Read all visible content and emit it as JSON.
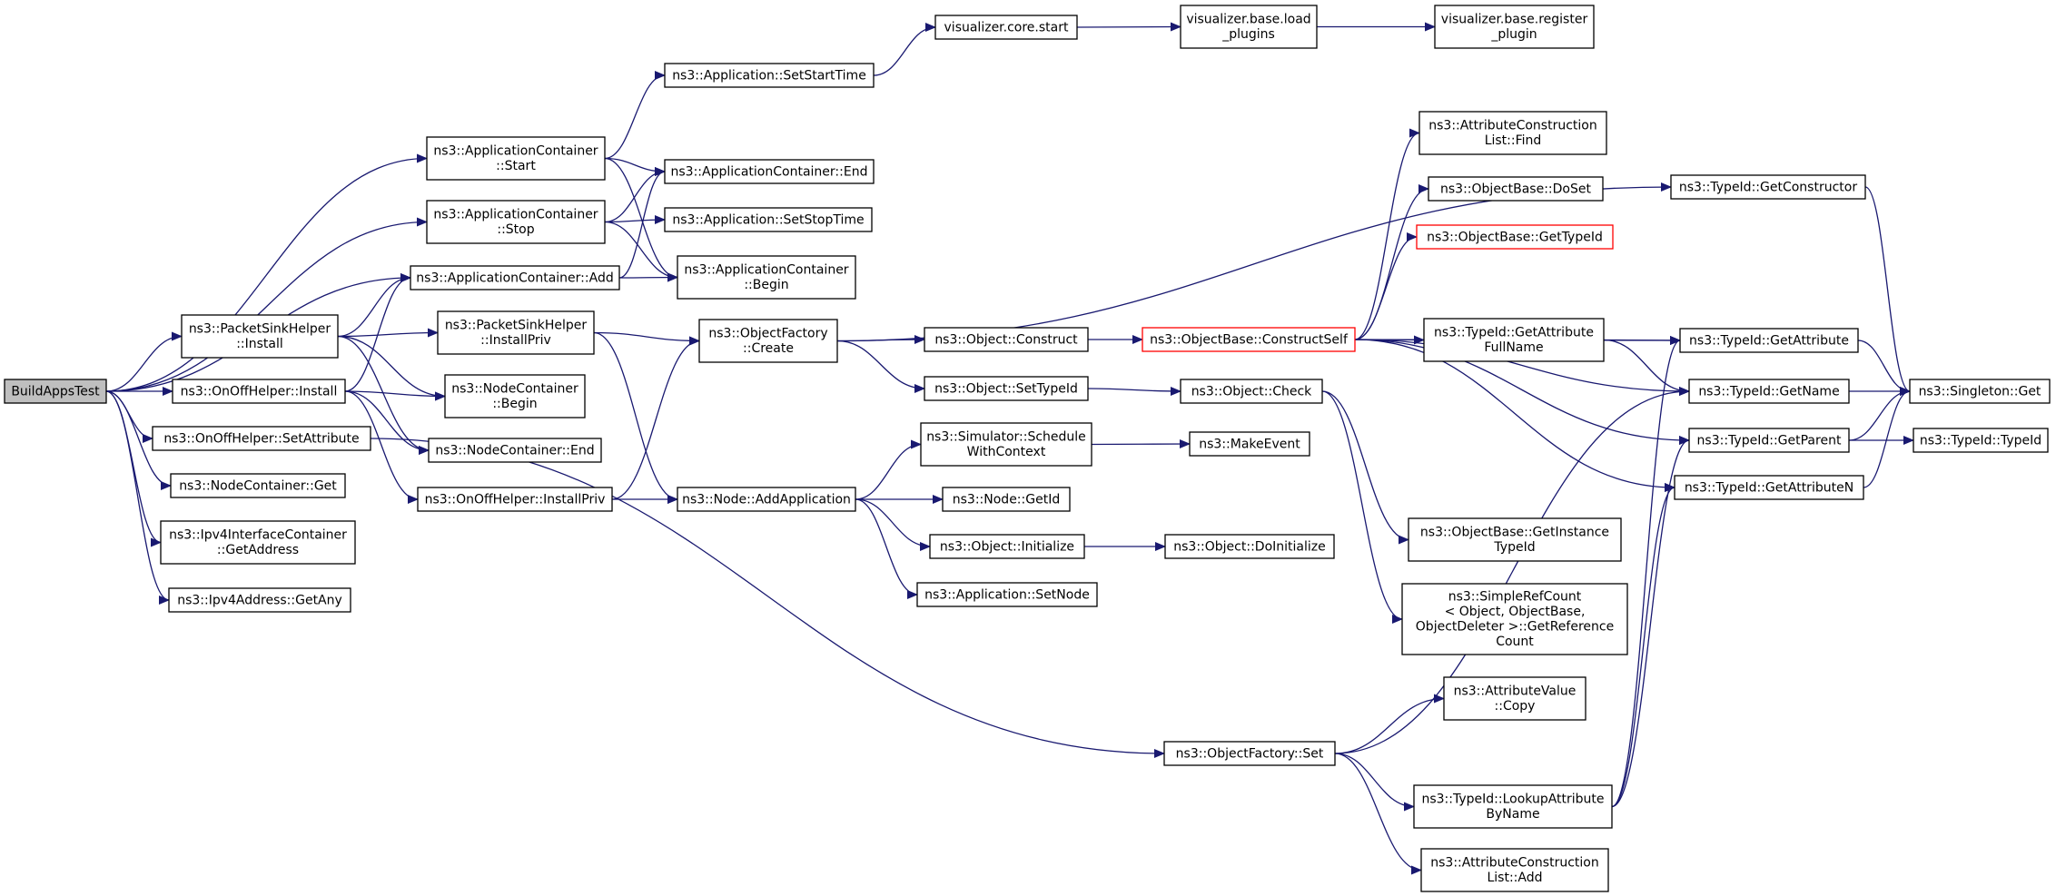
{
  "diagram": {
    "colors": {
      "edge": "#191970",
      "root_fill": "#bfbfbf",
      "highlight_border": "#ff0000"
    },
    "nodes": [
      {
        "id": "n0",
        "lines": [
          "BuildAppsTest"
        ]
      },
      {
        "id": "n1",
        "lines": [
          "ns3::ApplicationContainer",
          "::Start"
        ]
      },
      {
        "id": "n2",
        "lines": [
          "ns3::ApplicationContainer",
          "::Stop"
        ]
      },
      {
        "id": "n3",
        "lines": [
          "ns3::ApplicationContainer::Add"
        ]
      },
      {
        "id": "n4",
        "lines": [
          "ns3::PacketSinkHelper",
          "::Install"
        ]
      },
      {
        "id": "n5",
        "lines": [
          "ns3::OnOffHelper::Install"
        ]
      },
      {
        "id": "n6",
        "lines": [
          "ns3::OnOffHelper::SetAttribute"
        ]
      },
      {
        "id": "n7",
        "lines": [
          "ns3::NodeContainer::Get"
        ]
      },
      {
        "id": "n8",
        "lines": [
          "ns3::Ipv4InterfaceContainer",
          "::GetAddress"
        ]
      },
      {
        "id": "n9",
        "lines": [
          "ns3::Ipv4Address::GetAny"
        ]
      },
      {
        "id": "n10",
        "lines": [
          "ns3::Application::SetStartTime"
        ]
      },
      {
        "id": "n11",
        "lines": [
          "ns3::ApplicationContainer::End"
        ]
      },
      {
        "id": "n12",
        "lines": [
          "ns3::Application::SetStopTime"
        ]
      },
      {
        "id": "n13",
        "lines": [
          "ns3::ApplicationContainer",
          "::Begin"
        ]
      },
      {
        "id": "n14",
        "lines": [
          "visualizer.core.start"
        ]
      },
      {
        "id": "n15",
        "lines": [
          "visualizer.base.load",
          "_plugins"
        ]
      },
      {
        "id": "n16",
        "lines": [
          "visualizer.base.register",
          "_plugin"
        ]
      },
      {
        "id": "n17",
        "lines": [
          "ns3::PacketSinkHelper",
          "::InstallPriv"
        ]
      },
      {
        "id": "n18",
        "lines": [
          "ns3::NodeContainer",
          "::Begin"
        ]
      },
      {
        "id": "n19",
        "lines": [
          "ns3::NodeContainer::End"
        ]
      },
      {
        "id": "n20",
        "lines": [
          "ns3::OnOffHelper::InstallPriv"
        ]
      },
      {
        "id": "n21",
        "lines": [
          "ns3::ObjectFactory",
          "::Create"
        ]
      },
      {
        "id": "n22",
        "lines": [
          "ns3::Node::AddApplication"
        ]
      },
      {
        "id": "n23",
        "lines": [
          "ns3::Object::Construct"
        ]
      },
      {
        "id": "n24",
        "lines": [
          "ns3::Object::SetTypeId"
        ]
      },
      {
        "id": "n25",
        "lines": [
          "ns3::Simulator::Schedule",
          "WithContext"
        ]
      },
      {
        "id": "n26",
        "lines": [
          "ns3::Node::GetId"
        ]
      },
      {
        "id": "n27",
        "lines": [
          "ns3::Object::Initialize"
        ]
      },
      {
        "id": "n28",
        "lines": [
          "ns3::Application::SetNode"
        ]
      },
      {
        "id": "n29",
        "lines": [
          "ns3::ObjectBase::ConstructSelf"
        ],
        "highlight": true
      },
      {
        "id": "n30",
        "lines": [
          "ns3::Object::Check"
        ]
      },
      {
        "id": "n31",
        "lines": [
          "ns3::MakeEvent"
        ]
      },
      {
        "id": "n32",
        "lines": [
          "ns3::Object::DoInitialize"
        ]
      },
      {
        "id": "n33",
        "lines": [
          "ns3::AttributeConstruction",
          "List::Find"
        ]
      },
      {
        "id": "n34",
        "lines": [
          "ns3::ObjectBase::DoSet"
        ]
      },
      {
        "id": "n35",
        "lines": [
          "ns3::ObjectBase::GetTypeId"
        ],
        "highlight": true
      },
      {
        "id": "n36",
        "lines": [
          "ns3::TypeId::GetAttribute",
          "FullName"
        ]
      },
      {
        "id": "n37",
        "lines": [
          "ns3::ObjectBase::GetInstance",
          "TypeId"
        ]
      },
      {
        "id": "n38",
        "lines": [
          "ns3::SimpleRefCount",
          "< Object, ObjectBase,",
          "ObjectDeleter >::GetReference",
          "Count"
        ]
      },
      {
        "id": "n39",
        "lines": [
          "ns3::AttributeValue",
          "::Copy"
        ]
      },
      {
        "id": "n40",
        "lines": [
          "ns3::ObjectFactory::Set"
        ]
      },
      {
        "id": "n41",
        "lines": [
          "ns3::TypeId::LookupAttribute",
          "ByName"
        ]
      },
      {
        "id": "n42",
        "lines": [
          "ns3::AttributeConstruction",
          "List::Add"
        ]
      },
      {
        "id": "n43",
        "lines": [
          "ns3::TypeId::GetConstructor"
        ]
      },
      {
        "id": "n44",
        "lines": [
          "ns3::TypeId::GetAttribute"
        ]
      },
      {
        "id": "n45",
        "lines": [
          "ns3::TypeId::GetName"
        ]
      },
      {
        "id": "n46",
        "lines": [
          "ns3::TypeId::GetParent"
        ]
      },
      {
        "id": "n47",
        "lines": [
          "ns3::TypeId::GetAttributeN"
        ]
      },
      {
        "id": "n48",
        "lines": [
          "ns3::Singleton::Get"
        ]
      },
      {
        "id": "n49",
        "lines": [
          "ns3::TypeId::TypeId"
        ]
      }
    ],
    "edges": [
      [
        "n0",
        "n1"
      ],
      [
        "n0",
        "n2"
      ],
      [
        "n0",
        "n3"
      ],
      [
        "n0",
        "n4"
      ],
      [
        "n0",
        "n5"
      ],
      [
        "n0",
        "n6"
      ],
      [
        "n0",
        "n7"
      ],
      [
        "n0",
        "n8"
      ],
      [
        "n0",
        "n9"
      ],
      [
        "n1",
        "n10"
      ],
      [
        "n1",
        "n11"
      ],
      [
        "n1",
        "n13"
      ],
      [
        "n2",
        "n11"
      ],
      [
        "n2",
        "n12"
      ],
      [
        "n2",
        "n13"
      ],
      [
        "n3",
        "n11"
      ],
      [
        "n3",
        "n13"
      ],
      [
        "n10",
        "n14"
      ],
      [
        "n14",
        "n15"
      ],
      [
        "n15",
        "n16"
      ],
      [
        "n4",
        "n3"
      ],
      [
        "n4",
        "n17"
      ],
      [
        "n4",
        "n18"
      ],
      [
        "n4",
        "n19"
      ],
      [
        "n5",
        "n3"
      ],
      [
        "n5",
        "n18"
      ],
      [
        "n5",
        "n19"
      ],
      [
        "n5",
        "n20"
      ],
      [
        "n6",
        "n40"
      ],
      [
        "n17",
        "n21"
      ],
      [
        "n17",
        "n22"
      ],
      [
        "n20",
        "n21"
      ],
      [
        "n20",
        "n22"
      ],
      [
        "n21",
        "n23"
      ],
      [
        "n21",
        "n24"
      ],
      [
        "n21",
        "n43"
      ],
      [
        "n22",
        "n25"
      ],
      [
        "n22",
        "n26"
      ],
      [
        "n22",
        "n27"
      ],
      [
        "n22",
        "n28"
      ],
      [
        "n23",
        "n29"
      ],
      [
        "n24",
        "n30"
      ],
      [
        "n25",
        "n31"
      ],
      [
        "n27",
        "n32"
      ],
      [
        "n29",
        "n33"
      ],
      [
        "n29",
        "n34"
      ],
      [
        "n29",
        "n35"
      ],
      [
        "n29",
        "n36"
      ],
      [
        "n29",
        "n44"
      ],
      [
        "n29",
        "n45"
      ],
      [
        "n29",
        "n46"
      ],
      [
        "n29",
        "n47"
      ],
      [
        "n30",
        "n37"
      ],
      [
        "n30",
        "n38"
      ],
      [
        "n36",
        "n44"
      ],
      [
        "n36",
        "n45"
      ],
      [
        "n40",
        "n39"
      ],
      [
        "n40",
        "n41"
      ],
      [
        "n40",
        "n42"
      ],
      [
        "n40",
        "n45"
      ],
      [
        "n41",
        "n46"
      ],
      [
        "n41",
        "n47"
      ],
      [
        "n41",
        "n44"
      ],
      [
        "n43",
        "n48"
      ],
      [
        "n44",
        "n48"
      ],
      [
        "n45",
        "n48"
      ],
      [
        "n46",
        "n48"
      ],
      [
        "n46",
        "n49"
      ],
      [
        "n47",
        "n48"
      ]
    ]
  }
}
